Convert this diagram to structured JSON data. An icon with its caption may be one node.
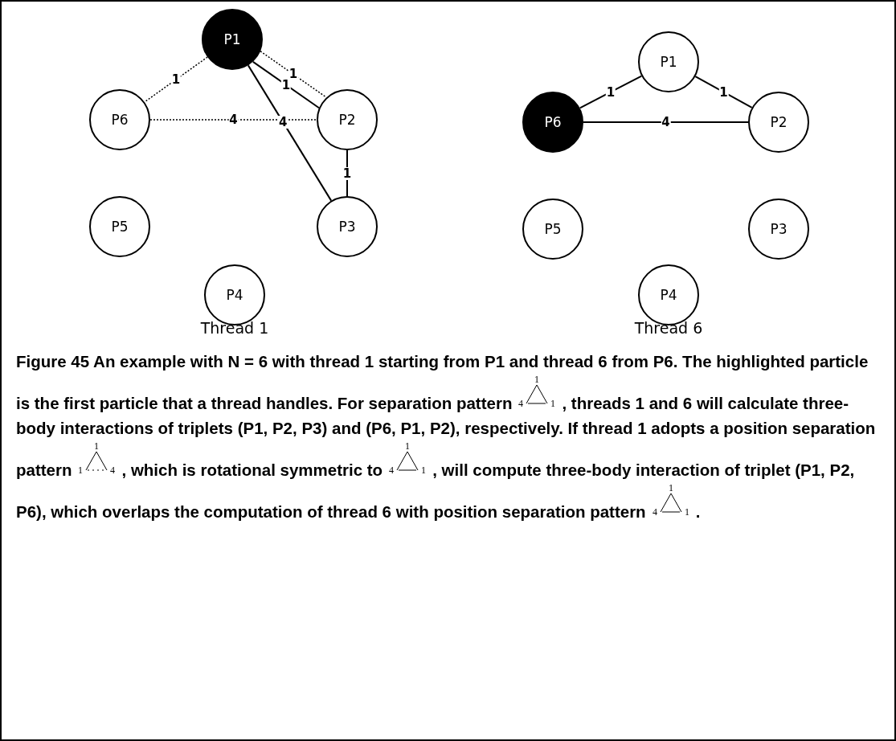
{
  "diagram": {
    "nodes": [
      {
        "text": [
          "P1"
        ]
      },
      {
        "text": [
          "P6"
        ]
      },
      {
        "text": [
          "P2"
        ]
      },
      {
        "text": [
          "P5"
        ]
      },
      {
        "text": [
          "P3"
        ]
      },
      {
        "text": [
          "P4"
        ]
      },
      {
        "text": [
          "P1"
        ]
      },
      {
        "text": [
          "P6"
        ]
      },
      {
        "text": [
          "P2"
        ]
      },
      {
        "text": [
          "P5"
        ]
      },
      {
        "text": [
          "P3"
        ]
      },
      {
        "text": [
          "P4"
        ]
      }
    ],
    "edges": [
      {
        "from": 0,
        "to": 1,
        "arrow": "none",
        "label": "1",
        "style": "dashed"
      },
      {
        "from": 0,
        "to": 2,
        "arrow": "none",
        "label": "1",
        "style": "dashed"
      },
      {
        "from": 0,
        "to": 2,
        "arrow": "none",
        "label": "1"
      },
      {
        "from": 1,
        "to": 2,
        "arrow": "none",
        "label": "4",
        "style": "dashed"
      },
      {
        "from": 0,
        "to": 4,
        "arrow": "none",
        "label": "4"
      },
      {
        "from": 2,
        "to": 4,
        "arrow": "none",
        "label": "1"
      },
      {
        "from": 7,
        "to": 6,
        "arrow": "none",
        "label": "1"
      },
      {
        "from": 6,
        "to": 8,
        "arrow": "none",
        "label": "1"
      },
      {
        "from": 7,
        "to": 8,
        "arrow": "none",
        "label": "4"
      }
    ],
    "labels": [
      "Thread 1",
      "Thread 6",
      "Figure 45 An example with N = 6 with thread 1 starting from P1 and thread 6 from P6. The highlighted particle is the first particle that a thread handles. For separation pattern",
      "1",
      "4",
      "1",
      ", threads 1 and 6 will calculate three-body interactions of triplets (P1, P2, P3) and (P6, P1, P2), respectively. If thread 1 adopts a position separation pattern",
      "1",
      "1",
      "4",
      ", which is rotational symmetric to",
      "1",
      "4",
      "1",
      ", will compute three-body interaction of triplet (P1, P2, P6), which overlaps the computation of thread 6 with position separation pattern",
      "1",
      "4",
      "1",
      "."
    ]
  }
}
